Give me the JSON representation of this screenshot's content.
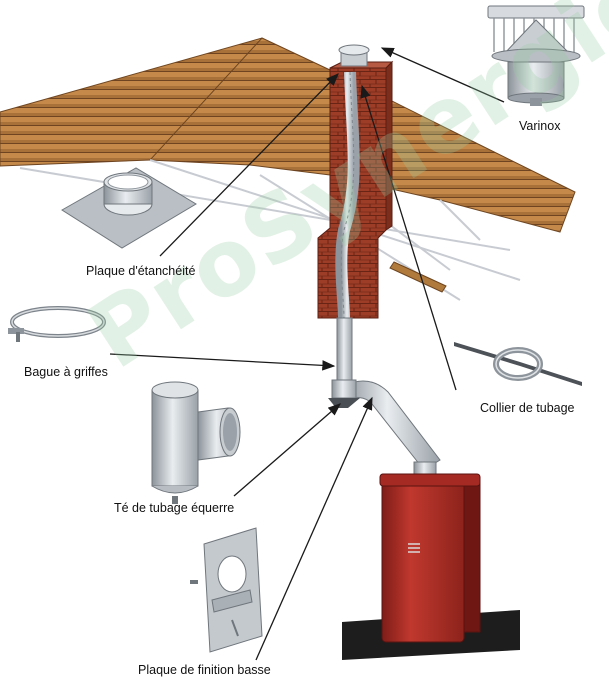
{
  "labels": {
    "varinox": "Varinox",
    "plaque_etancheite": "Plaque d'étanchéité",
    "bague_griffes": "Bague à griffes",
    "collier_tubage": "Collier de tubage",
    "te_tubage": "Té de tubage équerre",
    "plaque_finition": "Plaque de finition basse"
  },
  "watermark": "ProSynergie",
  "colors": {
    "roof_tiles": "#b07a3c",
    "brick": "#9a3a26",
    "stove": "#a52a23",
    "steel": "#c7ccd1",
    "arrow": "#1a1a1a"
  }
}
